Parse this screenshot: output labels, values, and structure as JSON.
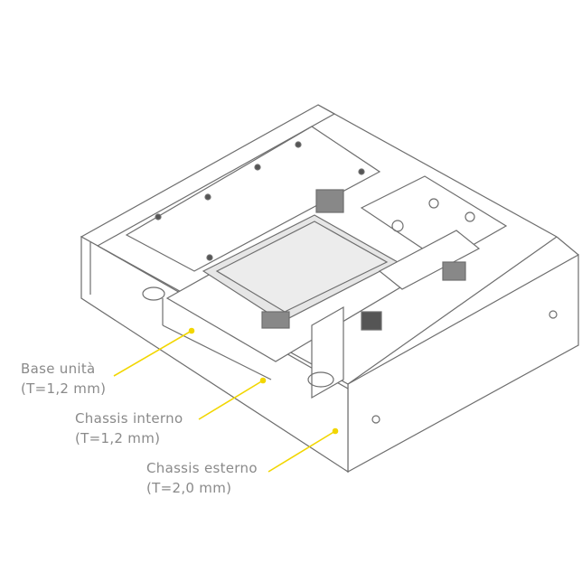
{
  "labels": [
    {
      "name": "Base unità",
      "value": "(T=1,2 mm)"
    },
    {
      "name": "Chassis interno",
      "value": "(T=1,2 mm)"
    },
    {
      "name": "Chassis esterno",
      "value": "(T=2,0 mm)"
    }
  ],
  "colors": {
    "leader": "#f2d600",
    "line": "#6e6e6e",
    "text": "#8a8a8a",
    "screen": "#e6e6e6"
  }
}
